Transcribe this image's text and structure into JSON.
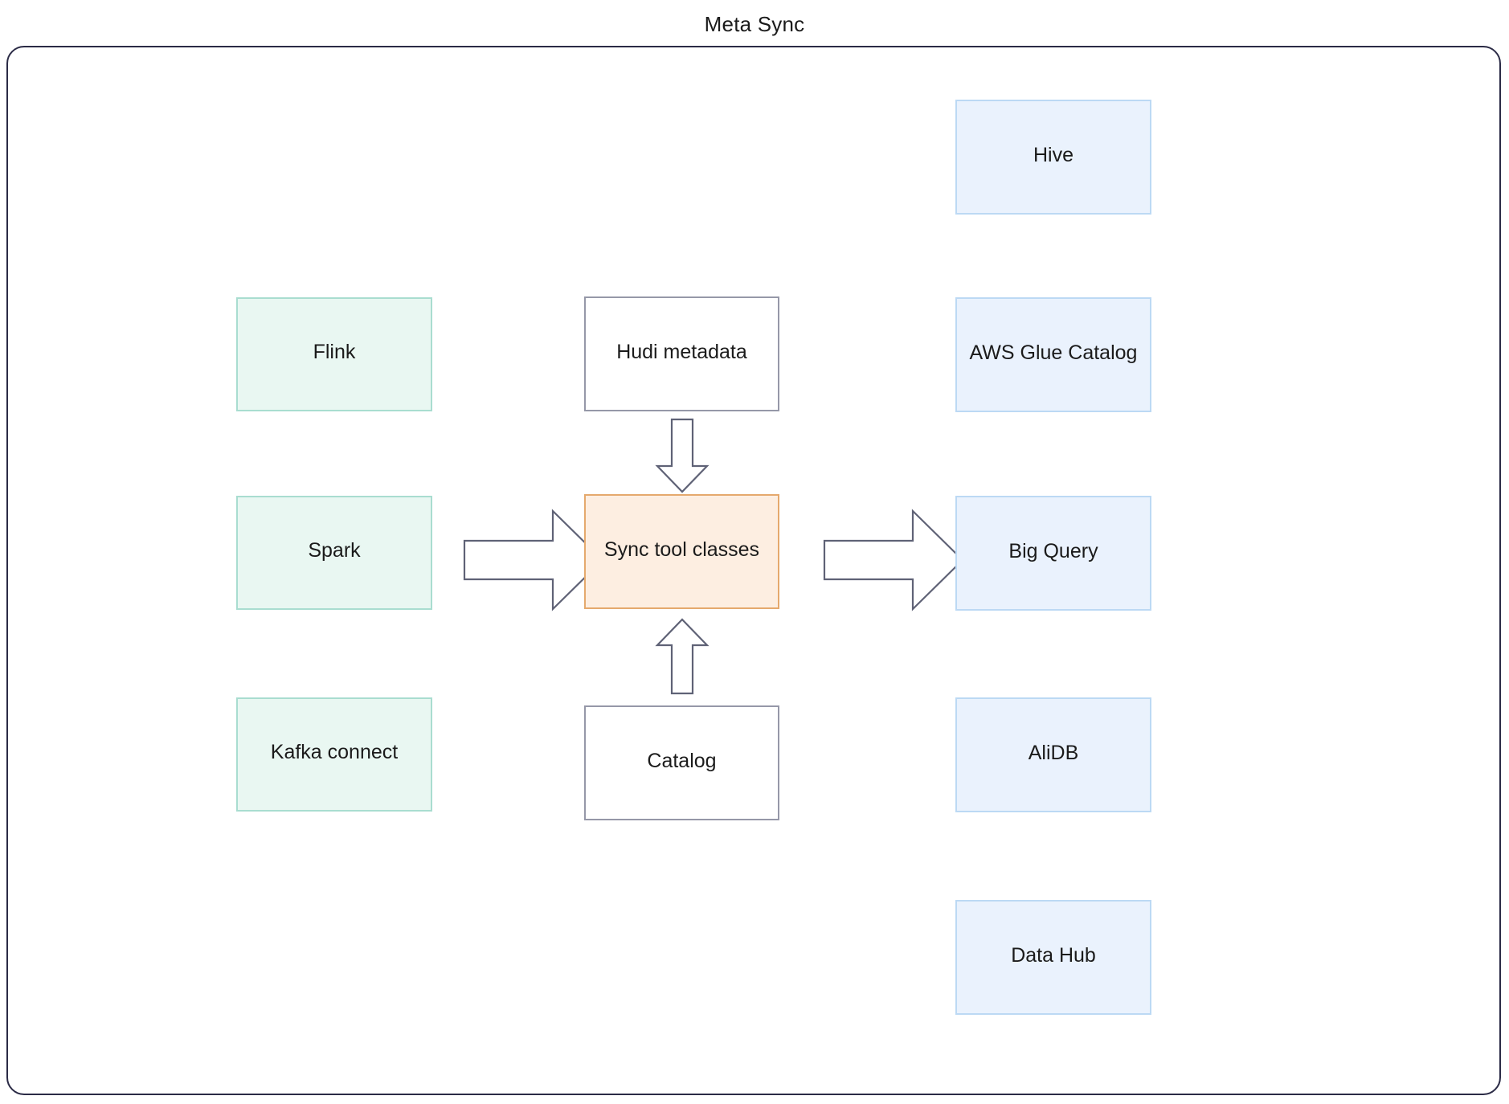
{
  "title": "Meta Sync",
  "frame": {
    "border_color": "#2b2b46",
    "background": "#ffffff"
  },
  "palette": {
    "source_fill": "#e9f7f2",
    "source_border": "#a9ddd0",
    "plain_fill": "#ffffff",
    "plain_border": "#9698a8",
    "center_fill": "#fdeee1",
    "center_border": "#e5a96d",
    "target_fill": "#eaf2fd",
    "target_border": "#bcd9f4",
    "arrow_stroke": "#5f6276",
    "text": "#1b1b1b"
  },
  "nodes": {
    "sources": [
      {
        "id": "flink",
        "label": "Flink"
      },
      {
        "id": "spark",
        "label": "Spark"
      },
      {
        "id": "kafka-connect",
        "label": "Kafka connect"
      }
    ],
    "inputs": [
      {
        "id": "hudi-metadata",
        "label": "Hudi metadata"
      },
      {
        "id": "catalog",
        "label": "Catalog"
      }
    ],
    "center": {
      "id": "sync-tool-classes",
      "label": "Sync tool classes"
    },
    "targets": [
      {
        "id": "hive",
        "label": "Hive"
      },
      {
        "id": "aws-glue-catalog",
        "label": "AWS Glue Catalog"
      },
      {
        "id": "big-query",
        "label": "Big Query"
      },
      {
        "id": "alidb",
        "label": "AliDB"
      },
      {
        "id": "data-hub",
        "label": "Data Hub"
      }
    ]
  },
  "arrows": [
    {
      "id": "sources-to-sync",
      "direction": "right",
      "style": "chevron"
    },
    {
      "id": "sync-to-targets",
      "direction": "right",
      "style": "chevron"
    },
    {
      "id": "hudi-to-sync",
      "direction": "down",
      "style": "line-arrow"
    },
    {
      "id": "catalog-to-sync",
      "direction": "up",
      "style": "line-arrow"
    }
  ]
}
